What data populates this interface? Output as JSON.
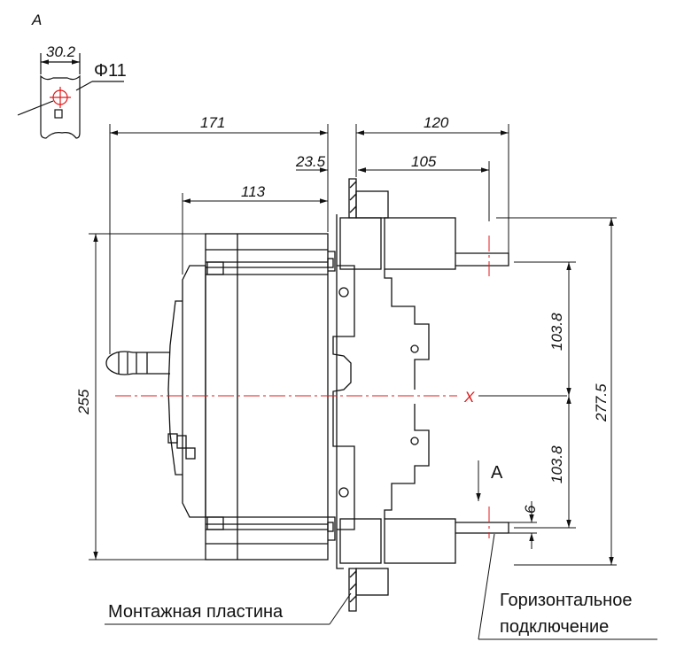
{
  "view_a": {
    "title": "A",
    "width": "30.2",
    "hole": "Φ11"
  },
  "dimensions": {
    "total_depth": "171",
    "body_depth": "113",
    "plate_offset": "23.5",
    "terminal_length": "120",
    "terminal_center": "105",
    "height": "255",
    "overall_height": "277.5",
    "pitch_upper": "103.8",
    "pitch_lower": "103.8",
    "terminal_thickness": "6"
  },
  "markers": {
    "axis": "X",
    "view_arrow": "A"
  },
  "callouts": {
    "mounting_plate": "Монтажная пластина",
    "horizontal_line1": "Горизонтальное",
    "horizontal_line2": "подключение"
  },
  "colors": {
    "line": "#111111",
    "centerline": "#e0191b"
  }
}
